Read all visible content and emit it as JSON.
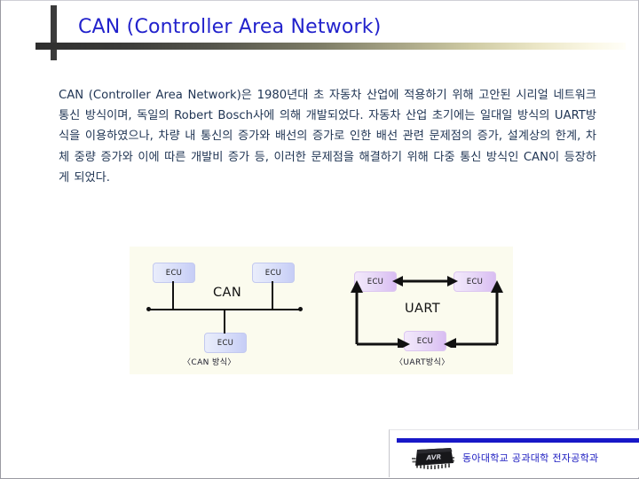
{
  "slide": {
    "title": "CAN (Controller Area Network)",
    "title_color": "#2222cc",
    "background": "#ffffff"
  },
  "body": {
    "paragraph": "CAN (Controller Area Network)은 1980년대 초 자동차 산업에 적용하기 위해 고안된 시리얼 네트워크 통신 방식이며, 독일의 Robert Bosch사에 의해 개발되었다. 자동차 산업 초기에는 일대일 방식의 UART방식을 이용하였으나, 차량 내 통신의 증가와 배선의 증가로 인한 배선 관련 문제점의 증가, 설계상의 한계, 차체 중량 증가와 이에 따른 개발비 증가 등, 이러한 문제점을 해결하기 위해 다중 통신 방식인 CAN이 등장하게 되었다.",
    "text_color": "#1f3453"
  },
  "diagram": {
    "background": "#fbfbee",
    "can": {
      "bus_label": "CAN",
      "caption": "〈CAN 방식〉",
      "node_label_top_left": "ECU",
      "node_label_top_right": "ECU",
      "node_label_bottom": "ECU",
      "node_color": "#c6cdf6"
    },
    "uart": {
      "bus_label": "UART",
      "caption": "〈UART방식〉",
      "node_label_top_left": "ECU",
      "node_label_top_right": "ECU",
      "node_label_bottom": "ECU",
      "node_color": "#d9bdf2"
    }
  },
  "footer": {
    "organization": "동아대학교 공과대학 전자공학과",
    "bar_color": "#1818c8",
    "text_color": "#1a1ac0",
    "logo_label": "AVR"
  }
}
